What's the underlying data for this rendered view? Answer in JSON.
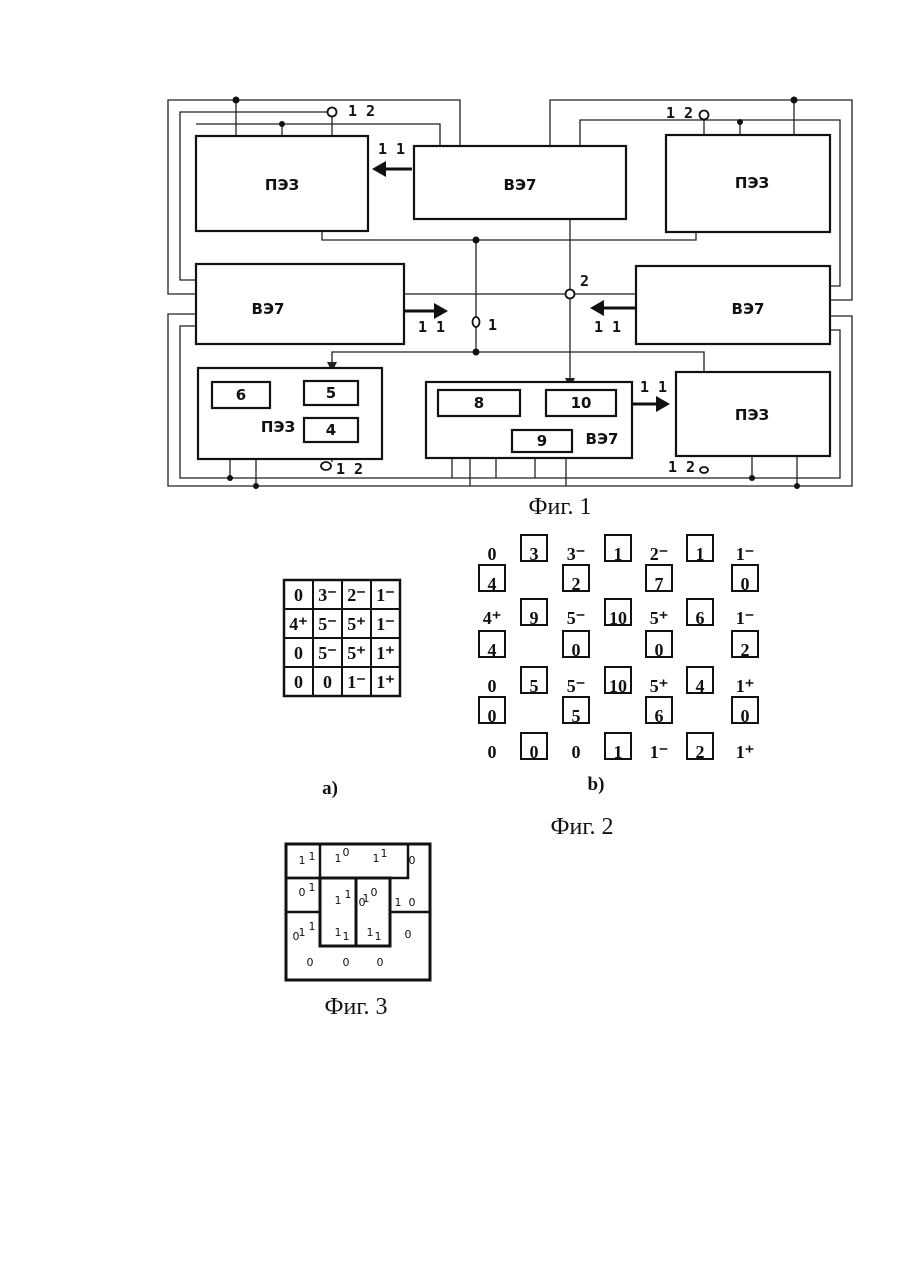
{
  "fig1": {
    "caption": "Фиг. 1",
    "blocks": {
      "pee_top_left": "ПЭЗ",
      "vee_top": "ВЭ7",
      "pee_top_right": "ПЭЗ",
      "vee_mid_left": "ВЭ7",
      "vee_mid_right": "ВЭ7",
      "pee_bottom_left": "ПЭЗ",
      "vee_bottom": "ВЭ7",
      "pee_bottom_right": "ПЭЗ"
    },
    "sub_blocks": {
      "b4": "4",
      "b5": "5",
      "b6": "6",
      "b8": "8",
      "b9": "9",
      "b10": "10"
    },
    "labels": {
      "l12_top_left": "1 2",
      "l12_top_right": "1 2",
      "l11_top": "1 1",
      "l2": "2",
      "l1": "1",
      "l11_mid_left": "1 1",
      "l11_mid_right": "1 1",
      "l11_bottom": "1 1",
      "l12_bottom_left": "1 2",
      "l12_bottom_right": "1 2"
    }
  },
  "fig2": {
    "caption": "Фиг. 2",
    "sub_a": "a)",
    "sub_b": "b)",
    "grid_a": [
      [
        "0",
        "3⁻",
        "2⁻",
        "1⁻"
      ],
      [
        "4⁺",
        "5⁻",
        "5⁺",
        "1⁻"
      ],
      [
        "0",
        "5⁻",
        "5⁺",
        "1⁺"
      ],
      [
        "0",
        "0",
        "1⁻",
        "1⁺"
      ]
    ],
    "grid_b": {
      "vertex_rows": [
        [
          "0",
          "3⁻",
          "2⁻",
          "1⁻"
        ],
        [
          "4⁺",
          "5⁻",
          "5⁺",
          "1⁻"
        ],
        [
          "0",
          "5⁻",
          "5⁺",
          "1⁺"
        ],
        [
          "0",
          "0",
          "1⁻",
          "1⁺"
        ]
      ],
      "h_edge_rows": [
        [
          "3",
          "1",
          "1"
        ],
        [
          "9",
          "10",
          "6"
        ],
        [
          "5",
          "10",
          "4"
        ],
        [
          "0",
          "1",
          "2"
        ]
      ],
      "v_edge_rows": [
        [
          "4",
          "2",
          "7",
          "0"
        ],
        [
          "4",
          "0",
          "0",
          "2"
        ],
        [
          "0",
          "5",
          "6",
          "0"
        ]
      ]
    }
  },
  "fig3": {
    "caption": "Фиг. 3",
    "digits": [
      "1",
      "1",
      "1",
      "0",
      "1",
      "1",
      "0",
      "1",
      "1",
      "0",
      "1",
      "1",
      "1",
      "1",
      "0",
      "0",
      "0",
      "0",
      "0",
      "1",
      "1",
      "1",
      "1",
      "1",
      "0",
      "0",
      "0"
    ]
  }
}
